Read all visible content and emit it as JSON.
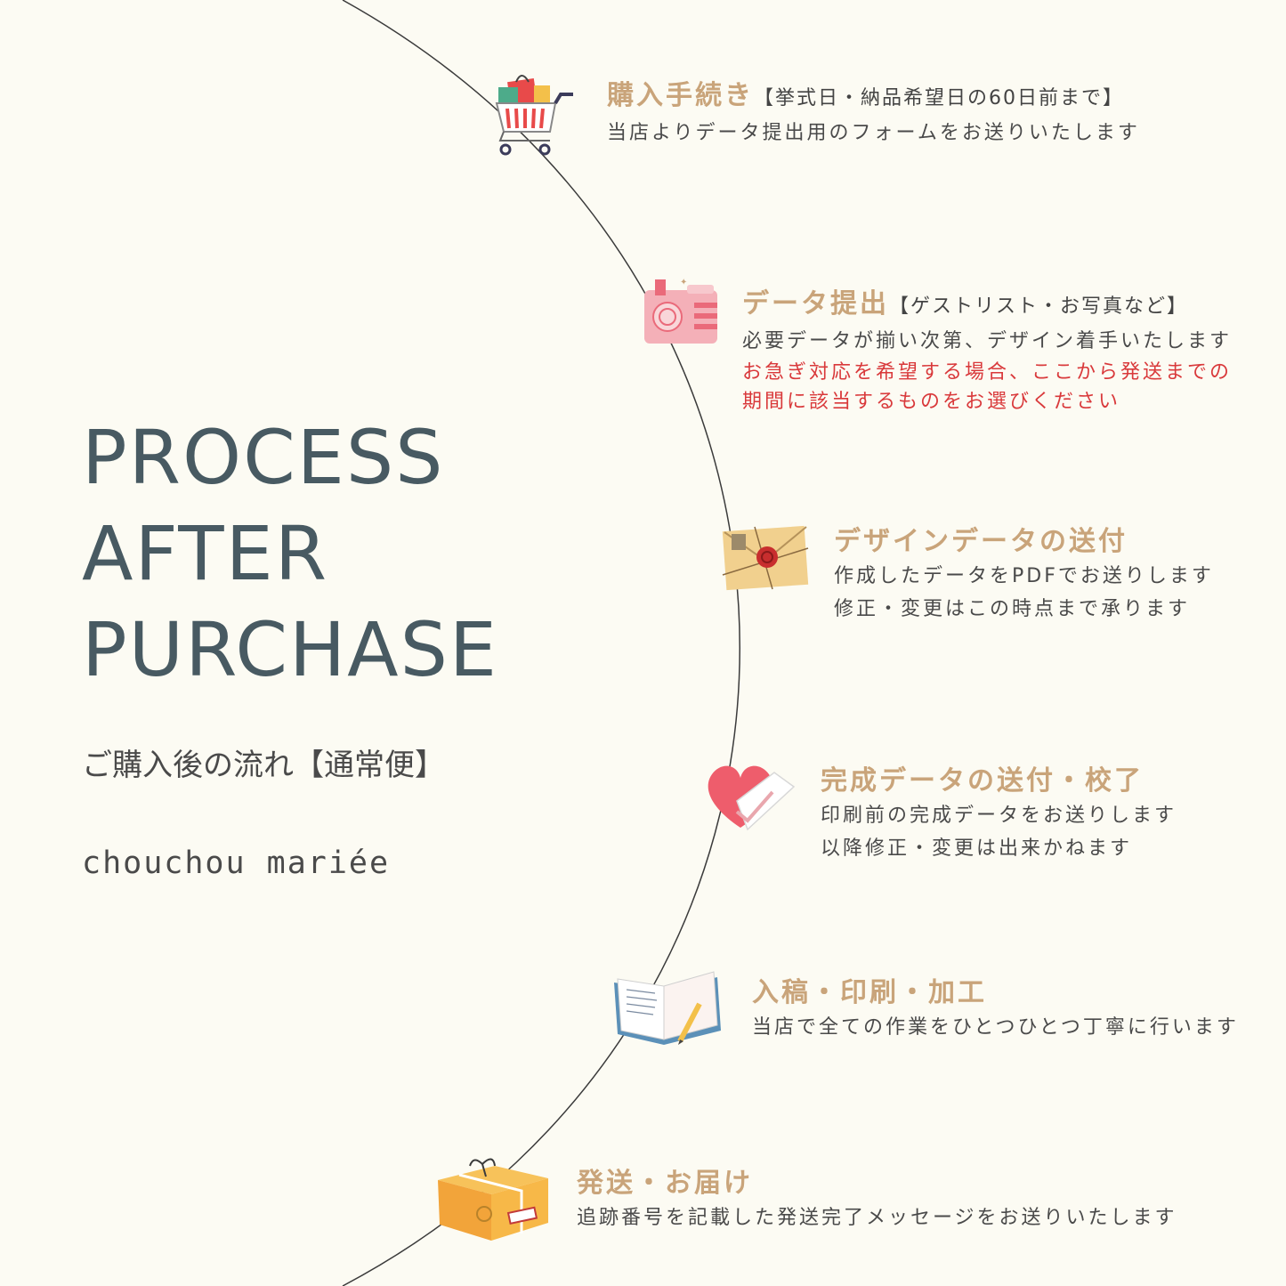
{
  "header": {
    "title_lines": [
      "PROCESS",
      "AFTER",
      "PURCHASE"
    ],
    "subtitle": "ご購入後の流れ【通常便】",
    "brand": "chouchou mariée"
  },
  "colors": {
    "background": "#fcfbf3",
    "title": "#485a62",
    "step_title": "#c9a47a",
    "body_text": "#4a4a4a",
    "warning": "#d9393b",
    "arc_line": "#3b3b3b"
  },
  "steps": [
    {
      "icon": "shopping-cart-icon",
      "title": "購入手続き",
      "note": "【挙式日・納品希望日の60日前まで】",
      "lines": [
        "当店よりデータ提出用のフォームをお送りいたします"
      ]
    },
    {
      "icon": "camera-icon",
      "title": "データ提出",
      "note": "【ゲストリスト・お写真など】",
      "lines": [
        "必要データが揃い次第、デザイン着手いたします"
      ],
      "red_lines": [
        "お急ぎ対応を希望する場合、ここから発送までの",
        "期間に該当するものをお選びください"
      ]
    },
    {
      "icon": "envelope-icon",
      "title": "デザインデータの送付",
      "lines": [
        "作成したデータをPDFでお送りします",
        "修正・変更はこの時点まで承ります"
      ]
    },
    {
      "icon": "heart-check-icon",
      "title": "完成データの送付・校了",
      "lines": [
        "印刷前の完成データをお送りします",
        "以降修正・変更は出来かねます"
      ]
    },
    {
      "icon": "notebook-icon",
      "title": "入稿・印刷・加工",
      "lines": [
        "当店で全ての作業をひとつひとつ丁寧に行います"
      ]
    },
    {
      "icon": "package-icon",
      "title": "発送・お届け",
      "lines": [
        "追跡番号を記載した発送完了メッセージをお送りいたします"
      ]
    }
  ]
}
